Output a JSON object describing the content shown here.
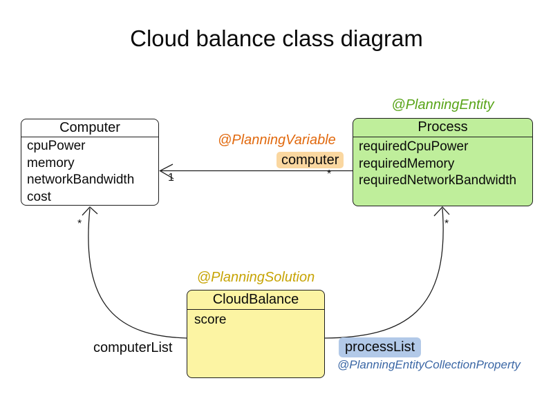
{
  "title": "Cloud balance class diagram",
  "classes": {
    "computer": {
      "name": "Computer",
      "fields": [
        "cpuPower",
        "memory",
        "networkBandwidth",
        "cost"
      ]
    },
    "process": {
      "annotation": "@PlanningEntity",
      "name": "Process",
      "fields": [
        "requiredCpuPower",
        "requiredMemory",
        "requiredNetworkBandwidth"
      ]
    },
    "cloud_balance": {
      "annotation": "@PlanningSolution",
      "name": "CloudBalance",
      "fields": [
        "score"
      ]
    }
  },
  "relations": {
    "planning_variable": {
      "annotation": "@PlanningVariable",
      "label": "computer",
      "target_multiplicity": "1",
      "source_multiplicity": "*"
    },
    "computer_list": {
      "label": "computerList",
      "multiplicity": "*"
    },
    "process_list": {
      "label": "processList",
      "annotation": "@PlanningEntityCollectionProperty",
      "multiplicity": "*"
    }
  },
  "colors": {
    "process_fill": "#bfee9b",
    "process_annotation": "#58a418",
    "solution_fill": "#fcf4a3",
    "solution_annotation": "#c7a405",
    "variable_annotation": "#e1690e",
    "variable_label_bg": "#fad7a0",
    "collection_label_bg": "#b2c9e8",
    "collection_annotation": "#3b67a5"
  }
}
